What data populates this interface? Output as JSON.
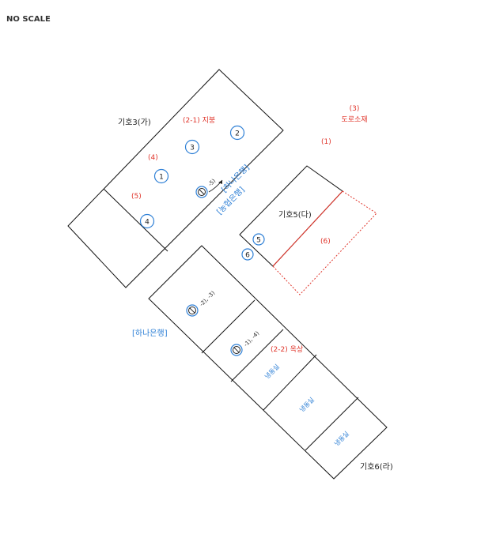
{
  "header": {
    "scale_note": "NO SCALE"
  },
  "buildings": {
    "ga": {
      "label": "기호3(가)"
    },
    "da": {
      "label": "기호5(다)"
    },
    "ra": {
      "label": "기호6(라)"
    }
  },
  "red_labels": {
    "roof": "(2-1) 지붕",
    "rooftop": "(2-2) 옥상",
    "road_num": "(3)",
    "road": "도로소재",
    "n1": "(1)",
    "n4": "(4)",
    "n5": "(5)",
    "n6": "(6)"
  },
  "blue_labels": {
    "hana_top": "[하나은행]",
    "nonghyup": "[농협은행]",
    "hana_left": "[하나은행]",
    "cold1": "냉동실",
    "cold2": "냉동실",
    "cold3": "냉동실"
  },
  "markers": {
    "c1": "1",
    "c2": "2",
    "c3": "3",
    "c4": "4",
    "c5": "5",
    "c6": "6"
  },
  "prohibit": {
    "p1": "-5)",
    "p2": "-2), -3)",
    "p3": "-1), -4)"
  },
  "colors": {
    "red": "#e0352b",
    "blue": "#2f80d6",
    "line": "#111111"
  }
}
